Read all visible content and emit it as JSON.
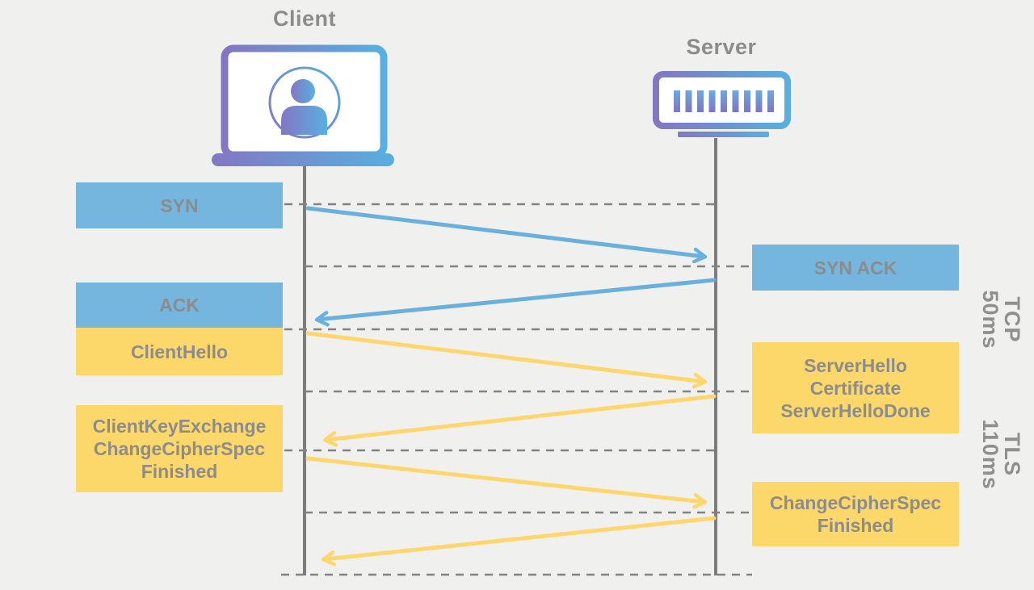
{
  "colors": {
    "background": "#f0f0ee",
    "blue": "#74b6dd",
    "yellow": "#fcd86a",
    "blue_arrow": "#69b1dc",
    "yellow_arrow": "#fdd76d",
    "text": "#8c8c8c",
    "lifeline": "#7c7c7c",
    "dash": "#838383",
    "gradient_purple": "#8377c2",
    "gradient_blue": "#58afe0"
  },
  "actors": {
    "client": {
      "label": "Client"
    },
    "server": {
      "label": "Server"
    }
  },
  "messages": {
    "syn": {
      "label": "SYN"
    },
    "syn_ack": {
      "label": "SYN ACK"
    },
    "ack": {
      "label": "ACK"
    },
    "client_hello": {
      "label": "ClientHello"
    },
    "client_key_exchange": {
      "lines": [
        "ClientKeyExchange",
        "ChangeCipherSpec",
        "Finished"
      ]
    },
    "server_hello": {
      "lines": [
        "ServerHello",
        "Certificate",
        "ServerHelloDone"
      ]
    },
    "change_cipher_spec": {
      "lines": [
        "ChangeCipherSpec",
        "Finished"
      ]
    }
  },
  "phases": {
    "tcp": {
      "name": "TCP",
      "duration": "50ms"
    },
    "tls": {
      "name": "TLS",
      "duration": "110ms"
    }
  }
}
